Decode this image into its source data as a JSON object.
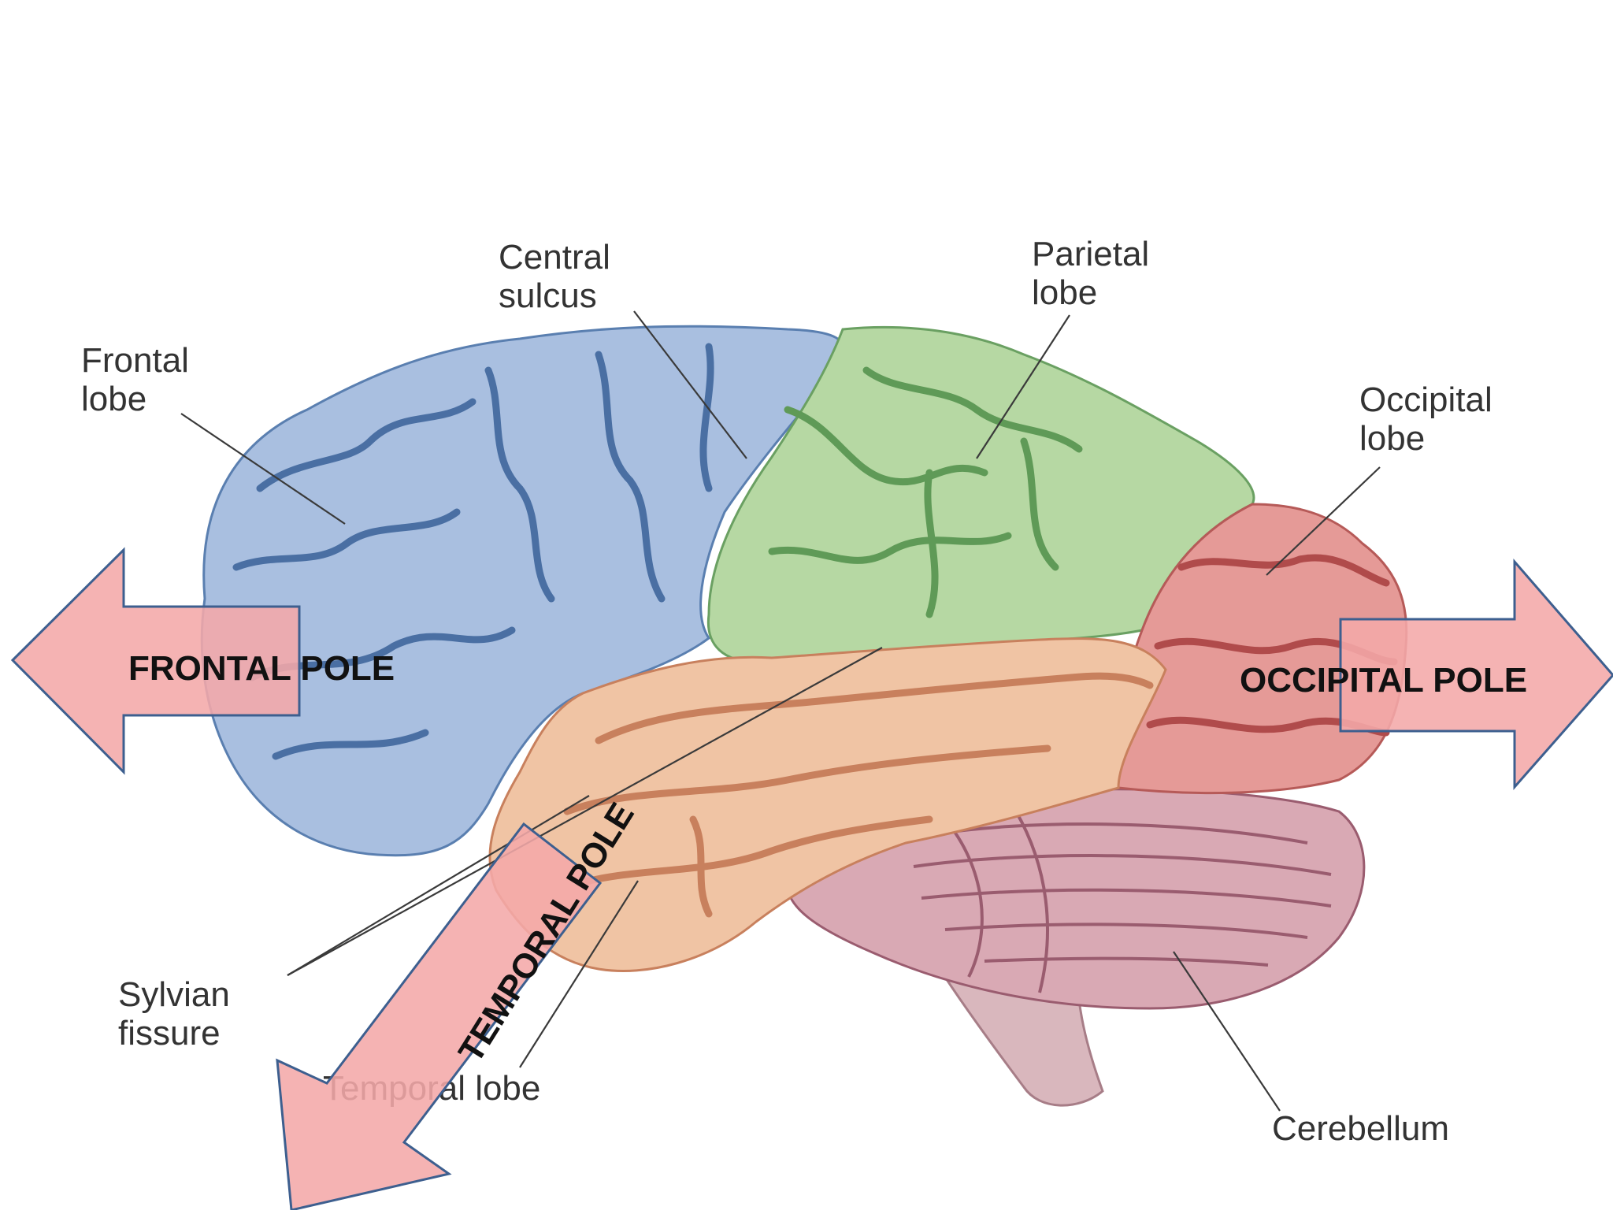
{
  "labels": {
    "central_sulcus": [
      "Central",
      "sulcus"
    ],
    "parietal_lobe": [
      "Parietal",
      "lobe"
    ],
    "frontal_lobe": [
      "Frontal",
      "lobe"
    ],
    "occipital_lobe": [
      "Occipital",
      "lobe"
    ],
    "sylvian_fissure": [
      "Sylvian",
      "fissure"
    ],
    "temporal_lobe": "Temporal lobe",
    "cerebellum": "Cerebellum"
  },
  "poles": {
    "frontal": "FRONTAL POLE",
    "occipital": "OCCIPITAL POLE",
    "temporal": "TEMPORAL POLE"
  },
  "colors": {
    "frontal_lobe": "#a9bfe0",
    "parietal_lobe": "#b6d8a3",
    "occipital_lobe": "#e59a97",
    "temporal_lobe": "#f0c4a4",
    "cerebellum": "#d9a9b4",
    "brainstem": "#d9b7bd",
    "pole_arrow_fill": "#f4a9a8",
    "pole_arrow_outline": "#3d5f8f"
  }
}
